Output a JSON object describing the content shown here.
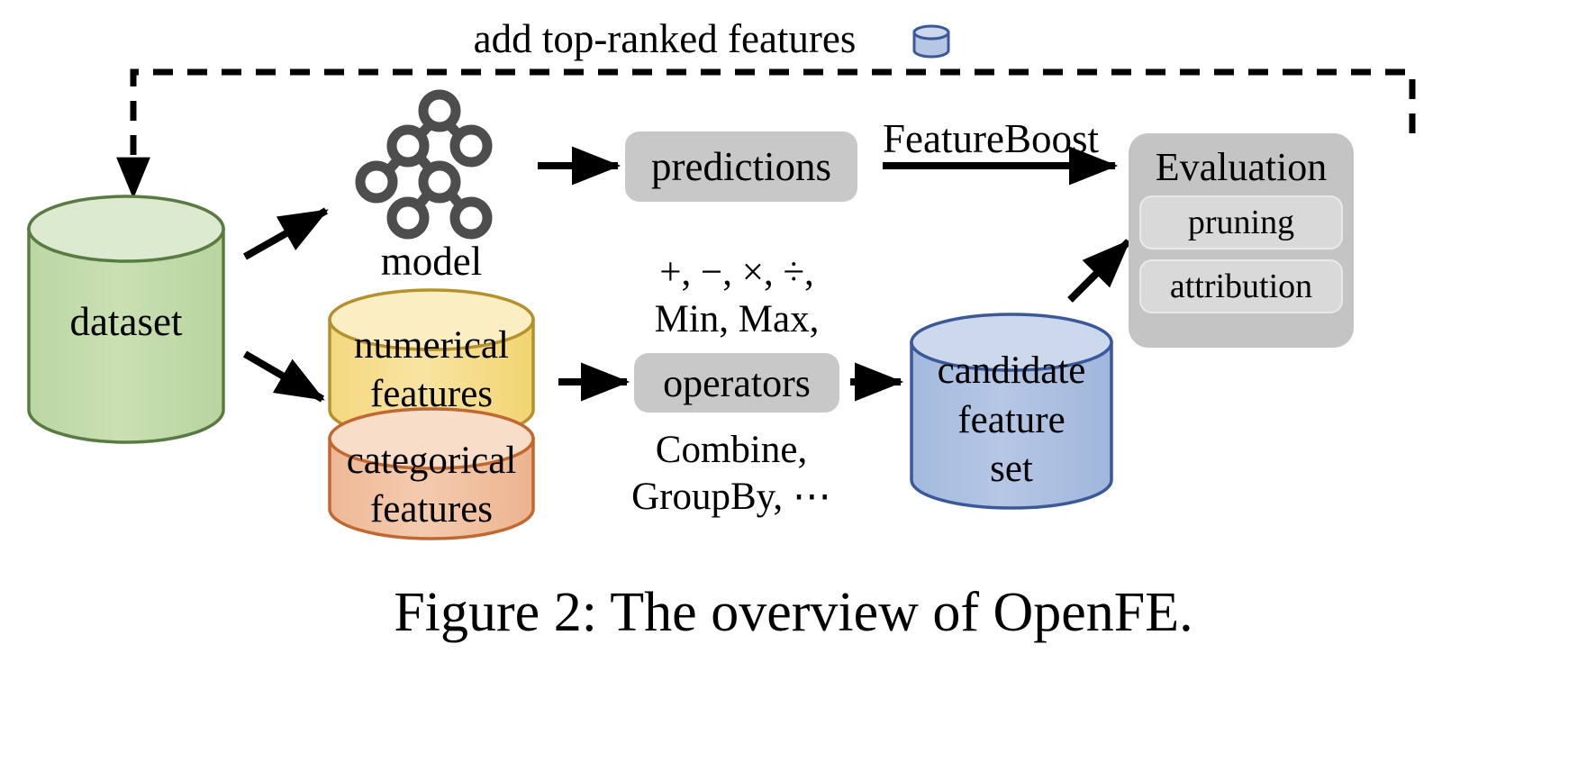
{
  "figure": {
    "caption": "Figure 2: The overview of OpenFE.",
    "feedback_label": "add top-ranked features"
  },
  "nodes": {
    "dataset": {
      "label": "dataset",
      "color": "#c3dbab",
      "top_color": "#dcebcf",
      "stroke": "#5a7a43"
    },
    "model": {
      "label": "model",
      "icon": "decision-tree-icon",
      "color": "#4d4d4d"
    },
    "numerical": {
      "label": "numerical\nfeatures",
      "color": "#f6dd8f",
      "top_color": "#fbeec2",
      "stroke": "#b4912c"
    },
    "categorical": {
      "label": "categorical\nfeatures",
      "color": "#f0bd9e",
      "top_color": "#f8ddc9",
      "stroke": "#c0682f"
    },
    "predictions": {
      "label": "predictions",
      "color": "#c8c8c8"
    },
    "operators": {
      "label": "operators",
      "color": "#c8c8c8"
    },
    "operators_above": "+, −, ×, ÷,\nMin, Max,",
    "operators_below": "Combine,\nGroupBy, ⋯",
    "candidate": {
      "label": "candidate\nfeature\nset",
      "color": "#aabedf",
      "top_color": "#ccd8ec",
      "stroke": "#3b5998"
    },
    "evaluation": {
      "title": "Evaluation",
      "color": "#c4c4c4",
      "items": [
        {
          "label": "pruning"
        },
        {
          "label": "attribution"
        }
      ]
    },
    "feedback_icon": {
      "name": "database-cylinder-icon",
      "color": "#aabedf",
      "stroke": "#3b5998"
    }
  },
  "edges": {
    "featureboost": "FeatureBoost"
  }
}
